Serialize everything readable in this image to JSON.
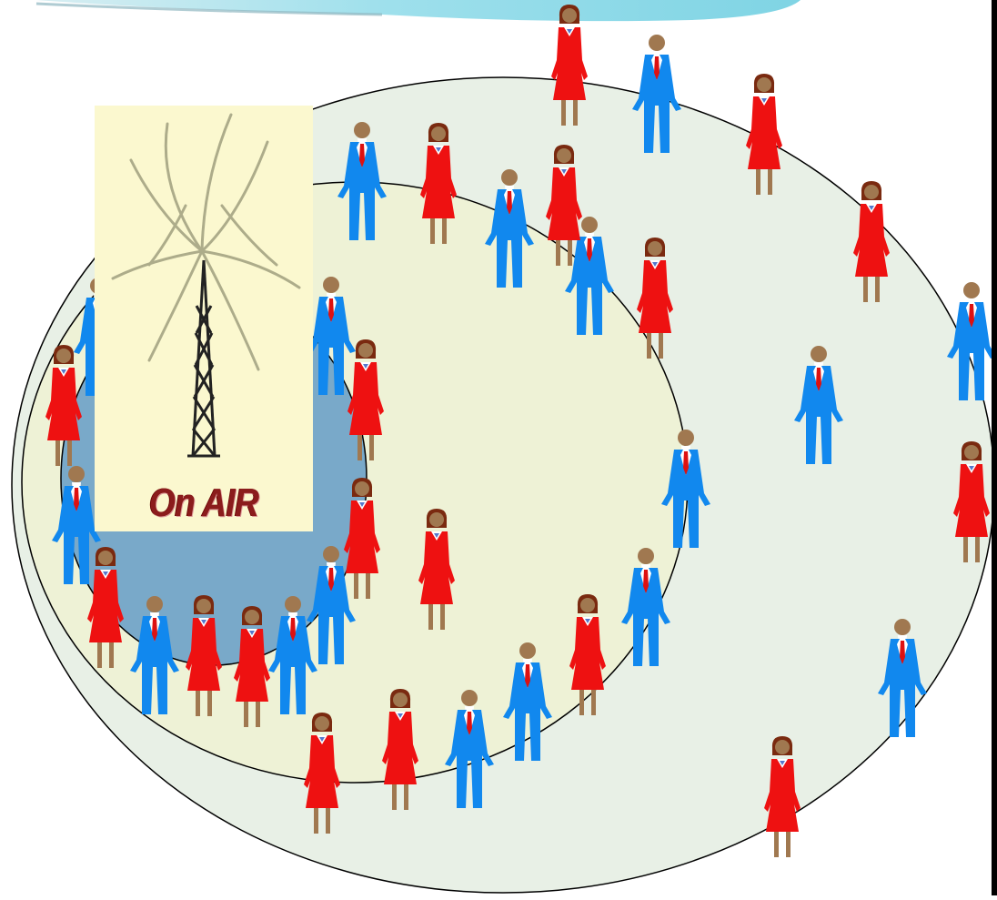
{
  "sign": {
    "label": "On AIR",
    "icon": "radio-tower-icon"
  },
  "colors": {
    "outer_ring": "#e8f0e6",
    "middle_ring": "#eef2d6",
    "inner_ring": "#79a9c9",
    "woman_dress": "#ee1111",
    "man_suit": "#1188ee",
    "skin": "#a07850",
    "hair": "#7a2a10",
    "sky": "#a8e2ee"
  },
  "people": [
    {
      "type": "woman"
    },
    {
      "type": "man"
    },
    {
      "type": "woman"
    },
    {
      "type": "man"
    },
    {
      "type": "woman"
    },
    {
      "type": "man"
    },
    {
      "type": "man"
    },
    {
      "type": "woman"
    },
    {
      "type": "woman"
    },
    {
      "type": "man"
    },
    {
      "type": "man"
    },
    {
      "type": "woman"
    },
    {
      "type": "man"
    },
    {
      "type": "woman"
    },
    {
      "type": "man"
    },
    {
      "type": "woman"
    },
    {
      "type": "man"
    },
    {
      "type": "woman"
    },
    {
      "type": "man"
    },
    {
      "type": "man"
    },
    {
      "type": "woman"
    },
    {
      "type": "woman"
    },
    {
      "type": "man"
    },
    {
      "type": "woman"
    },
    {
      "type": "man"
    },
    {
      "type": "woman"
    },
    {
      "type": "man"
    },
    {
      "type": "woman"
    },
    {
      "type": "man"
    },
    {
      "type": "woman"
    },
    {
      "type": "woman"
    },
    {
      "type": "man"
    },
    {
      "type": "woman"
    },
    {
      "type": "man"
    },
    {
      "type": "woman"
    }
  ]
}
